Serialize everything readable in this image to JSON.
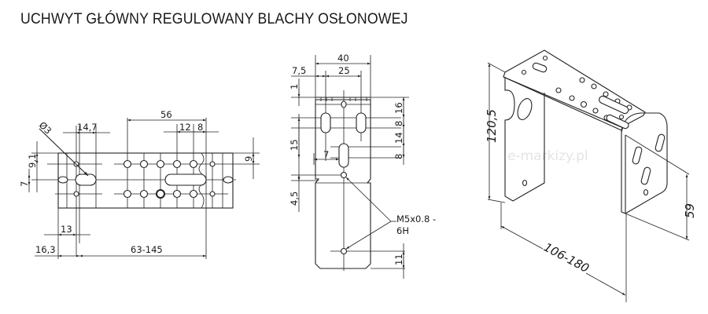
{
  "title": "UCHWYT GŁÓWNY REGULOWANY BLACHY OSŁONOWEJ",
  "watermark": "e-markizy.pl",
  "top_view": {
    "dims": {
      "hole_diameter": "Ø3",
      "d14_7": "14,7",
      "d56": "56",
      "d12": "12",
      "d8": "8",
      "d9_1": "9,1",
      "d7": "7",
      "d9": "9",
      "d13": "13",
      "d16_3": "16,3",
      "d63_145": "63-145"
    }
  },
  "side_view": {
    "dims": {
      "d40": "40",
      "d7_5": "7,5",
      "d25": "25",
      "d1": "1",
      "d15": "15",
      "d7": "7",
      "d4_5": "4,5",
      "d16": "16",
      "d8a": "8",
      "d14": "14",
      "d8b": "8",
      "d11": "11",
      "thread_line1": "M5x0.8 -",
      "thread_line2": "6H"
    }
  },
  "iso_view": {
    "dims": {
      "height": "120,5",
      "depth": "59",
      "width": "106-180"
    }
  },
  "colors": {
    "line": "#222222",
    "watermark": "#e4e4e4",
    "background": "#ffffff"
  }
}
